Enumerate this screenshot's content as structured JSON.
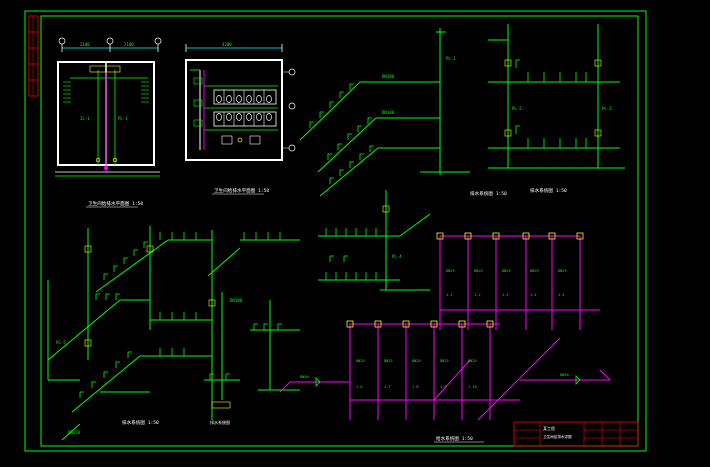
{
  "colors": {
    "background": "#000000",
    "frame": "#00ff00",
    "plumbing": "#00ff00",
    "supply": "#ff00ff",
    "fixture": "#ffff00",
    "wall": "#ffffff",
    "dimension": "#00ffff",
    "titleblock": "#ff0000",
    "titletext": "#ffffff",
    "sidebar": "#ff0000"
  },
  "views": {
    "plan_1_title": "卫生间给排水平面图 1:50",
    "plan_2_title": "卫生间给排水平面图 1:50",
    "drain_system_1_title": "排水系统图 1:50",
    "drain_system_2_title": "排水系统图 1:50",
    "drain_system_3_title": "排水系统图 1:50",
    "supply_system_title": "给水系统图 1:50"
  },
  "title_block": {
    "project": "某工程",
    "drawing": "卫生间给排水详图"
  }
}
